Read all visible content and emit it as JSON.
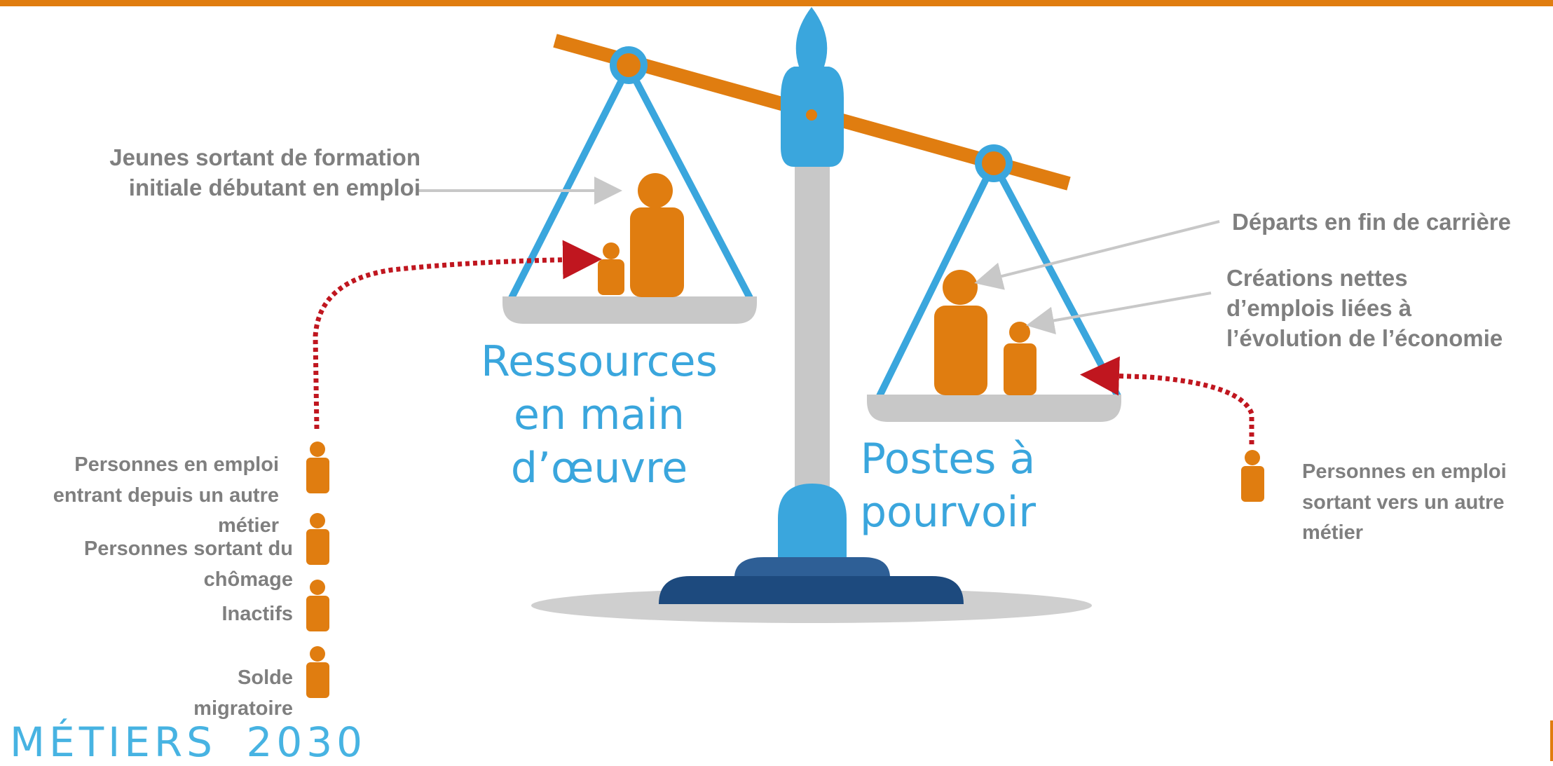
{
  "colors": {
    "orange": "#e07d10",
    "blue": "#3aa6dd",
    "navy": "#1d4a7e",
    "grey_text": "#7f7f7f",
    "pan_grey": "#c8c8c8",
    "dotted_red": "#c0161f"
  },
  "scale": {
    "left_pan_title": [
      "Ressources",
      "en main",
      "d’œuvre"
    ],
    "right_pan_title": [
      "Postes à",
      "pourvoir"
    ]
  },
  "labels": {
    "jeunes": [
      "Jeunes sortant de formation",
      "initiale débutant en emploi"
    ],
    "departs": "Départs en fin de carrière",
    "creations": [
      "Créations  nettes",
      "d’emplois liées à",
      "l’évolution de l’économie"
    ],
    "entrant": [
      "Personnes en emploi",
      "entrant depuis un autre",
      "métier"
    ],
    "chomage": [
      "Personnes sortant du",
      "chômage"
    ],
    "inactifs": "Inactifs",
    "solde": [
      "Solde",
      "migratoire"
    ],
    "sortant": [
      "Personnes en emploi",
      "sortant vers un autre",
      "métier"
    ]
  },
  "logo": {
    "word": "MÉTIERS",
    "number": "2030"
  },
  "icons": [
    "person-icon",
    "balance-scale",
    "dotted-arrow"
  ]
}
